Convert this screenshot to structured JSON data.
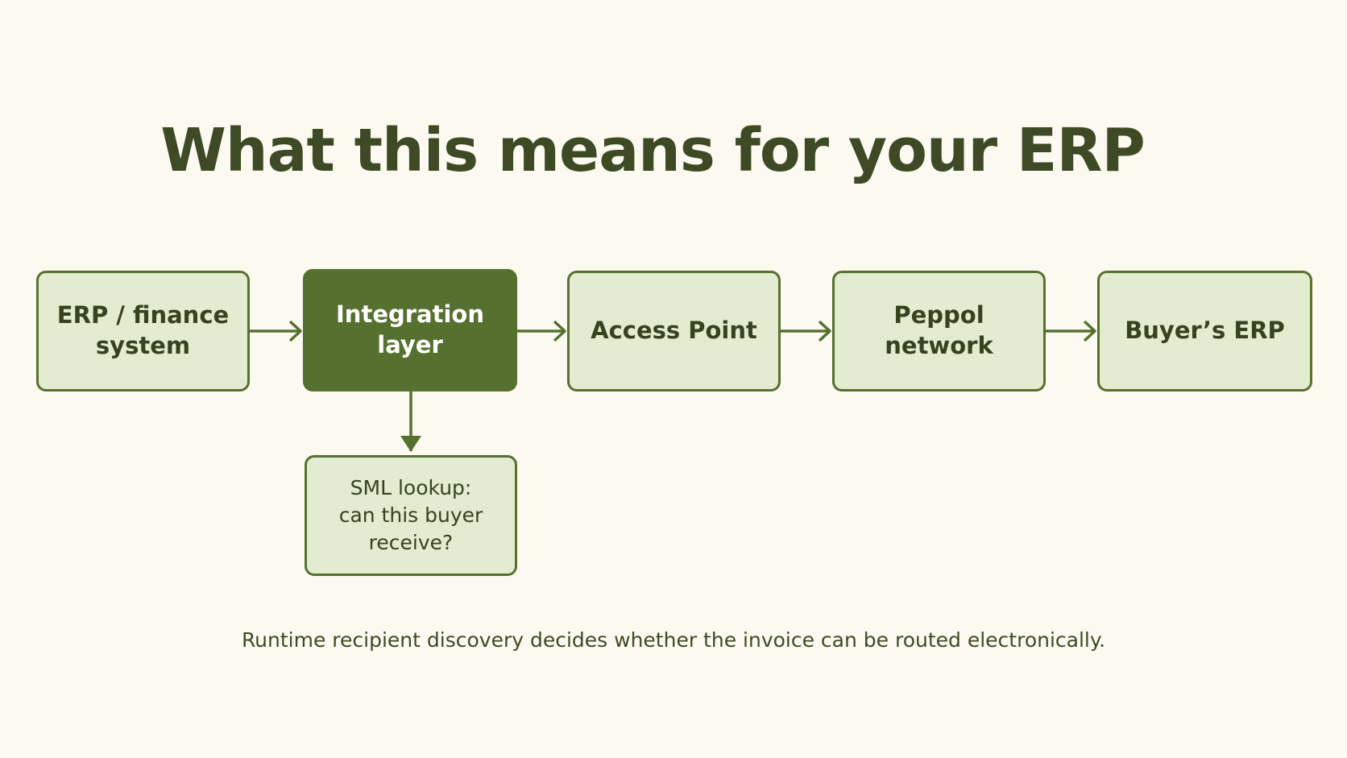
{
  "title": "What this means for your ERP",
  "nodes": [
    {
      "id": "erp",
      "label": "ERP / finance\nsystem"
    },
    {
      "id": "integration",
      "label": "Integration\nlayer"
    },
    {
      "id": "access_point",
      "label": "Access Point"
    },
    {
      "id": "peppol",
      "label": "Peppol\nnetwork"
    },
    {
      "id": "buyer_erp",
      "label": "Buyer’s ERP"
    },
    {
      "id": "sml",
      "label": "SML lookup:\ncan this buyer\nreceive?"
    }
  ],
  "edges": [
    {
      "from": "erp",
      "to": "integration"
    },
    {
      "from": "integration",
      "to": "access_point"
    },
    {
      "from": "access_point",
      "to": "peppol"
    },
    {
      "from": "peppol",
      "to": "buyer_erp"
    },
    {
      "from": "integration",
      "to": "sml"
    }
  ],
  "caption": "Runtime recipient discovery decides whether the invoice can be routed electronically.",
  "colors": {
    "background": "#fcfaf0",
    "box_fill": "#e3ebd1",
    "accent": "#56712f",
    "text": "#3d4a25"
  }
}
